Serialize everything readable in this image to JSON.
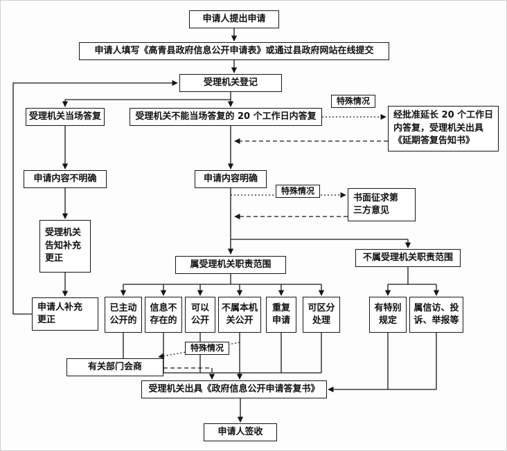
{
  "page": {
    "background": "#fdfdfd",
    "line_color": "#161616",
    "box_border_color": "#141414"
  },
  "nodes": {
    "apply": {
      "label": "申请人提出申请"
    },
    "fill_form": {
      "label": "申请人填写《高青县政府信息公开申请表》或通过县政府网站在线提交"
    },
    "register": {
      "label": "受理机关登记"
    },
    "onsite_reply": {
      "label": "受理机关当场答复"
    },
    "not_onsite_reply": {
      "label": "受理机关不能当场答复的 20 个工作日内答复"
    },
    "special_case_1": {
      "label": "特殊情况"
    },
    "extend": {
      "label": "经批准延长 20 个工作日\n内答复，受理机关出具\n《延期答复告知书》"
    },
    "unclear": {
      "label": "申请内容不明确"
    },
    "clear": {
      "label": "申请内容明确"
    },
    "special_case_2": {
      "label": "特殊情况"
    },
    "third_party": {
      "label": "书面征求第\n三方意见"
    },
    "notify_supplement": {
      "label": "受理机关\n告知补充\n更正"
    },
    "in_scope": {
      "label": "属受理机关职责范围"
    },
    "out_scope": {
      "label": "不属受理机关职责范围"
    },
    "applicant_supplement": {
      "label": "申请人补充\n更正"
    },
    "already_public": {
      "label": "已主动\n公开的"
    },
    "not_exist": {
      "label": "信息不\n存在的"
    },
    "can_public": {
      "label": "可以\n公开"
    },
    "not_this_org": {
      "label": "不属本机\n关公开"
    },
    "repeat_apply": {
      "label": "重复\n申请"
    },
    "separable": {
      "label": "可区分\n处理"
    },
    "special_rules": {
      "label": "有特别\n规定"
    },
    "petition": {
      "label": "属信访、投\n诉、举报等"
    },
    "special_case_3": {
      "label": "特殊情况"
    },
    "consult": {
      "label": "有关部门会商"
    },
    "reply_doc": {
      "label": "受理机关出具《政府信息公开申请答复书》"
    },
    "sign": {
      "label": "申请人签收"
    }
  }
}
